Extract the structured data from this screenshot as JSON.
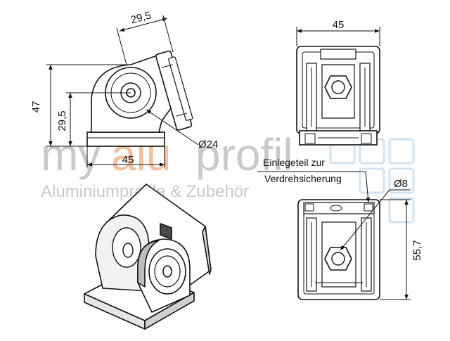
{
  "watermark": {
    "brand_prefix": "my",
    "brand_highlight": "alu",
    "brand_suffix": "profil",
    "tagline": "Aluminiumprofile & Zubehör",
    "colors": {
      "gray": "#c4c4c4",
      "orange": "#f3b994",
      "blue": "#cfe0ee"
    }
  },
  "dimensions": {
    "side_top_width": "29,5",
    "side_height_total": "47",
    "side_height_axis": "29,5",
    "side_base_width": "45",
    "pivot_diameter": "Ø24",
    "front_width": "45",
    "bottom_hole_diameter": "Ø8",
    "bottom_height": "55,7"
  },
  "annotation": {
    "line1": "Einlegeteil zur",
    "line2": "Verdrehsicherung"
  },
  "colors": {
    "line": "#111111",
    "fill": "#ffffff",
    "shade": "#d9d9d9",
    "dark": "#4a4a4a"
  }
}
